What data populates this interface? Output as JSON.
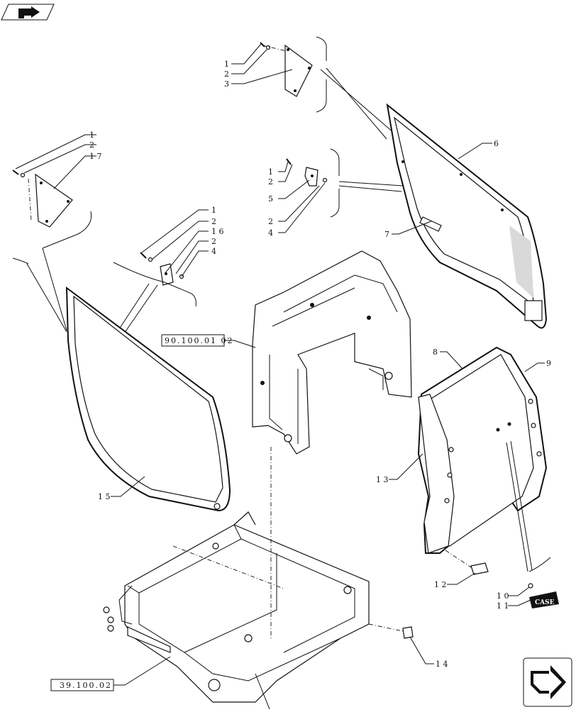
{
  "nav": {
    "prev_icon": "back-arrow-icon",
    "next_icon": "forward-arrow-icon"
  },
  "references": {
    "cab_frame": "90.100.01 02",
    "chassis": "39.100.02"
  },
  "callouts": {
    "c1a": "1",
    "c2a": "2",
    "c3a": "3",
    "c1b": "1",
    "c2b": "2",
    "c17": "1 7",
    "c1c": "1",
    "c2c": "2",
    "c5": "5",
    "c2d": "2",
    "c4a": "4",
    "c6": "6",
    "c7": "7",
    "c1d": "1",
    "c2e": "2",
    "c16": "1 6",
    "c2f": "2",
    "c4b": "4",
    "c8": "8",
    "c9": "9",
    "c13": "1 3",
    "c15": "1 5",
    "c12": "1 2",
    "c10": "1 0",
    "c11": "1 1",
    "c14": "1 4"
  },
  "emblem_text": "CASE"
}
